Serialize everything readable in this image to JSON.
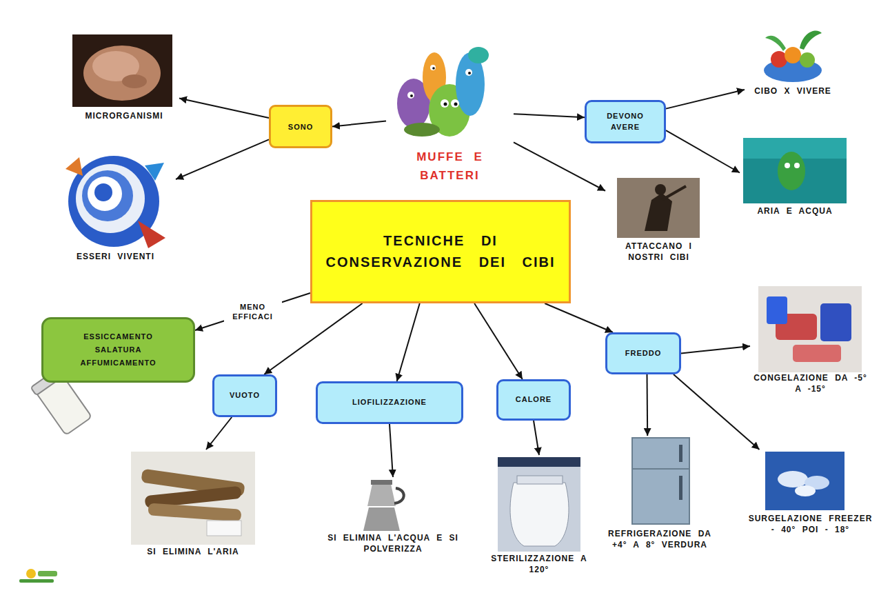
{
  "diagram": {
    "nodes": [
      {
        "text": [
          "MUFFE E BATTERI"
        ]
      },
      {
        "text": [
          "SONO"
        ]
      },
      {
        "text": [
          "MICRORGANISMI"
        ]
      },
      {
        "text": [
          "ESSERI VIVENTI"
        ]
      },
      {
        "text": [
          "DEVONO AVERE"
        ]
      },
      {
        "text": [
          "CIBO X VIVERE"
        ]
      },
      {
        "text": [
          "ARIA E ACQUA"
        ]
      },
      {
        "text": [
          "ATTACCANO I NOSTRI CIBI"
        ]
      },
      {
        "text": [
          "TECNICHE DI CONSERVAZIONE DEI CIBI"
        ]
      },
      {
        "text": [
          "ESSICCAMENTO SALATURA AFFUMICAMENTO"
        ]
      },
      {
        "text": [
          "VUOTO"
        ]
      },
      {
        "text": [
          "SI ELIMINA L'ARIA"
        ]
      },
      {
        "text": [
          "LIOFILIZZAZIONE"
        ]
      },
      {
        "text": [
          "SI ELIMINA L'ACQUA E SI POLVERIZZA"
        ]
      },
      {
        "text": [
          "CALORE"
        ]
      },
      {
        "text": [
          "STERILIZZAZIONE A 120°"
        ]
      },
      {
        "text": [
          "FREDDO"
        ]
      },
      {
        "text": [
          "CONGELAZIONE DA -5° A -15°"
        ]
      },
      {
        "text": [
          "REFRIGERAZIONE DA +4° A 8° VERDURA"
        ]
      },
      {
        "text": [
          "SURGELAZIONE FREEZER - 40° POI - 18°"
        ]
      }
    ],
    "edges": [
      {
        "from": 0,
        "to": 1,
        "arrow": "to"
      },
      {
        "from": 1,
        "to": 2,
        "arrow": "to"
      },
      {
        "from": 1,
        "to": 3,
        "arrow": "to"
      },
      {
        "from": 0,
        "to": 4,
        "arrow": "to"
      },
      {
        "from": 4,
        "to": 5,
        "arrow": "to"
      },
      {
        "from": 4,
        "to": 6,
        "arrow": "to"
      },
      {
        "from": 0,
        "to": 7,
        "arrow": "to"
      },
      {
        "from": 8,
        "to": 9,
        "label": "MENO EFFICACI",
        "arrow": "to"
      },
      {
        "from": 8,
        "to": 10,
        "arrow": "to"
      },
      {
        "from": 8,
        "to": 12,
        "arrow": "to"
      },
      {
        "from": 8,
        "to": 14,
        "arrow": "to"
      },
      {
        "from": 8,
        "to": 16,
        "arrow": "to"
      },
      {
        "from": 10,
        "to": 11,
        "arrow": "to"
      },
      {
        "from": 12,
        "to": 13,
        "arrow": "to"
      },
      {
        "from": 14,
        "to": 15,
        "arrow": "to"
      },
      {
        "from": 16,
        "to": 17,
        "arrow": "to"
      },
      {
        "from": 16,
        "to": 18,
        "arrow": "to"
      },
      {
        "from": 16,
        "to": 19,
        "arrow": "to"
      }
    ]
  }
}
